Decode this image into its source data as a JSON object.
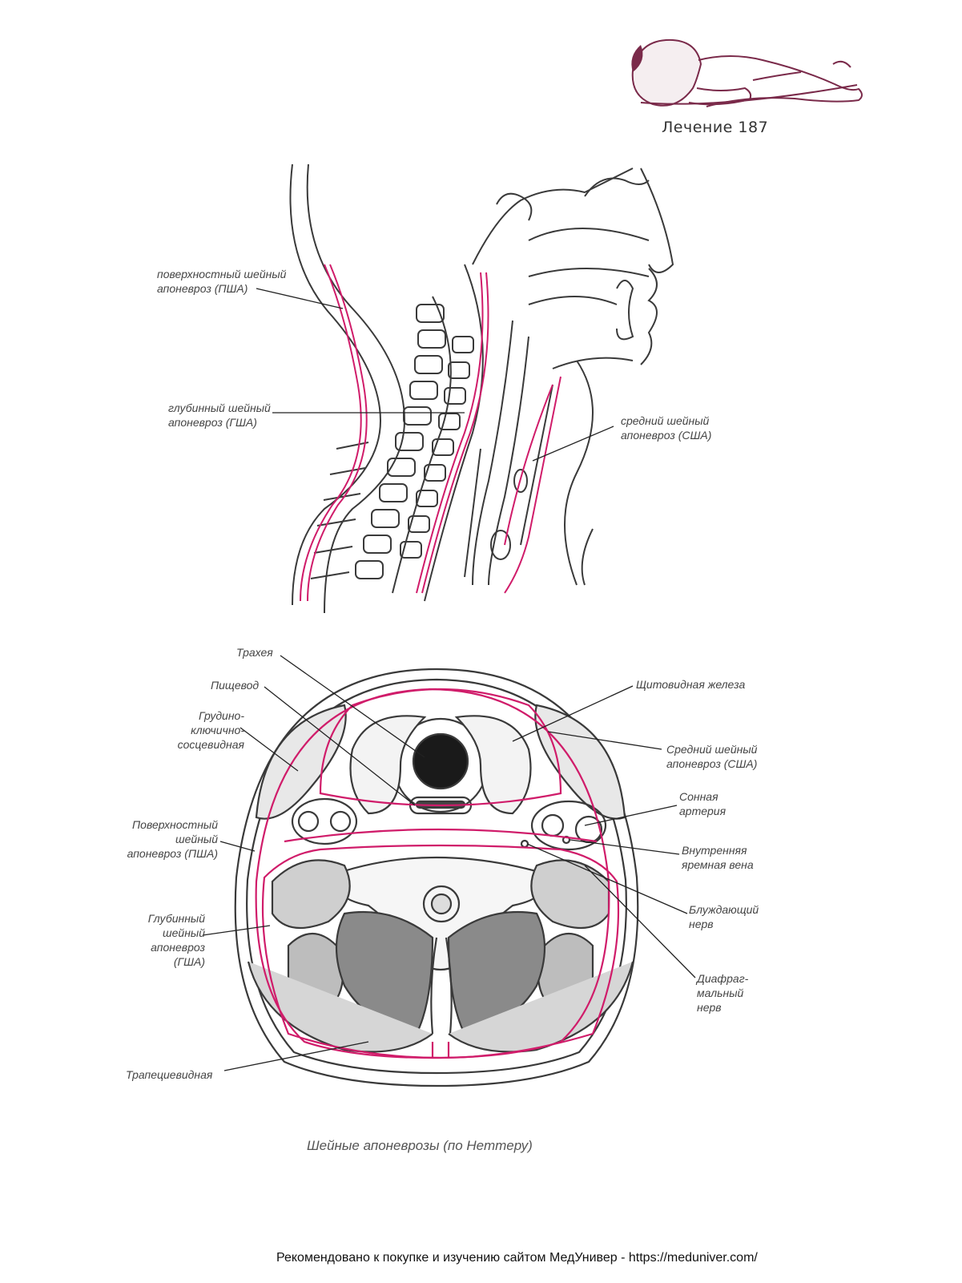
{
  "header": {
    "page_label": "Лечение 187"
  },
  "sagittal_labels": {
    "superficial": "поверхностный шейный\nапоневроз (ПША)",
    "deep": "глубинный шейный\nапоневроз (ГША)",
    "middle": "средний шейный\nапоневроз (США)"
  },
  "cross_labels": {
    "trachea": "Трахея",
    "esophagus": "Пищевод",
    "scm": "Грудино-\nключично-\nсосцевидная",
    "superficial": "Поверхностный\nшейный\nапоневроз (ПША)",
    "deep": "Глубинный\nшейный\nапоневроз\n(ГША)",
    "trapezius": "Трапециевидная",
    "thyroid": "Щитовидная железа",
    "middle": "Средний шейный\nапоневроз (США)",
    "carotid": "Сонная\nартерия",
    "jugular": "Внутренняя\nяремная вена",
    "vagus": "Блуждающий\nнерв",
    "phrenic": "Диафраг-\nмальный\nнерв"
  },
  "caption": "Шейные апоневрозы (по Неттеру)",
  "footer": "Рекомендовано к покупке и изучению сайтом МедУнивер - https://meduniver.com/",
  "colors": {
    "fascia": "#d01c6a",
    "ink": "#3a3a3a"
  }
}
